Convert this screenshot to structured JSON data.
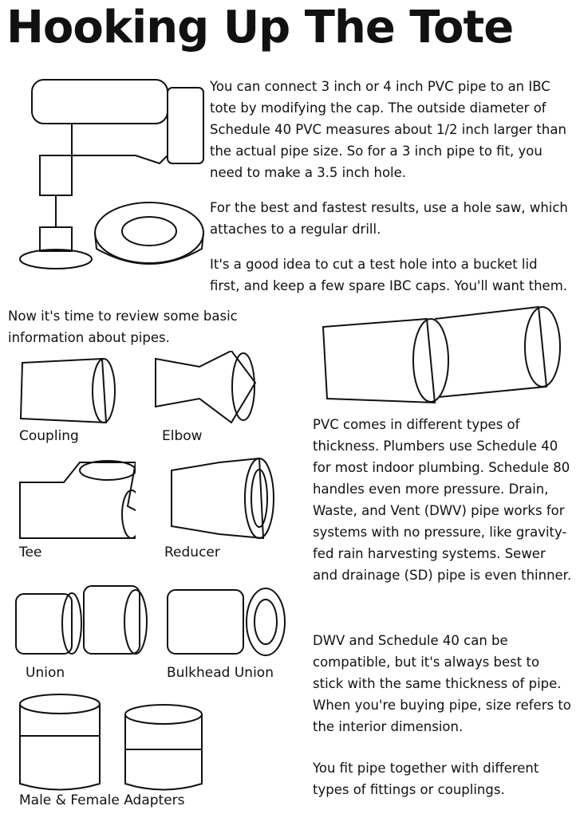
{
  "title": "Hooking Up The Tote",
  "intro": {
    "p1": "You can connect 3 inch or 4 inch PVC pipe to an IBC tote by modifying the cap. The outside diameter of Schedule 40 PVC measures about 1/2 inch larger than the actual pipe size. So for a 3 inch pipe to fit, you need to make a 3.5 inch hole.",
    "p2": "For the best and fastest results, use a hole saw, which attaches to a regular drill.",
    "p3": "It's a good idea to cut a test hole into a bucket lid first, and keep a few spare IBC caps. You'll want them."
  },
  "review": "Now it's time to review some basic information about pipes.",
  "fittings": [
    "Coupling",
    "Elbow",
    "Tee",
    "Reducer",
    "Union",
    "Bulkhead Union",
    "Male & Female Adapters"
  ],
  "pvc": {
    "p1": "PVC comes in different types of thickness. Plumbers use Schedule 40 for most indoor plumbing. Schedule 80 handles even more pressure. Drain, Waste, and Vent (DWV) pipe works for systems with no pressure, like gravity-fed rain harvesting systems. Sewer and drainage (SD) pipe is even thinner.",
    "p2": "DWV and Schedule 40 can be compatible, but it's always best to stick with the same thickness of pipe. When you're buying pipe, size refers to the interior dimension.",
    "p3": "You fit pipe together with different types of fittings or couplings."
  }
}
